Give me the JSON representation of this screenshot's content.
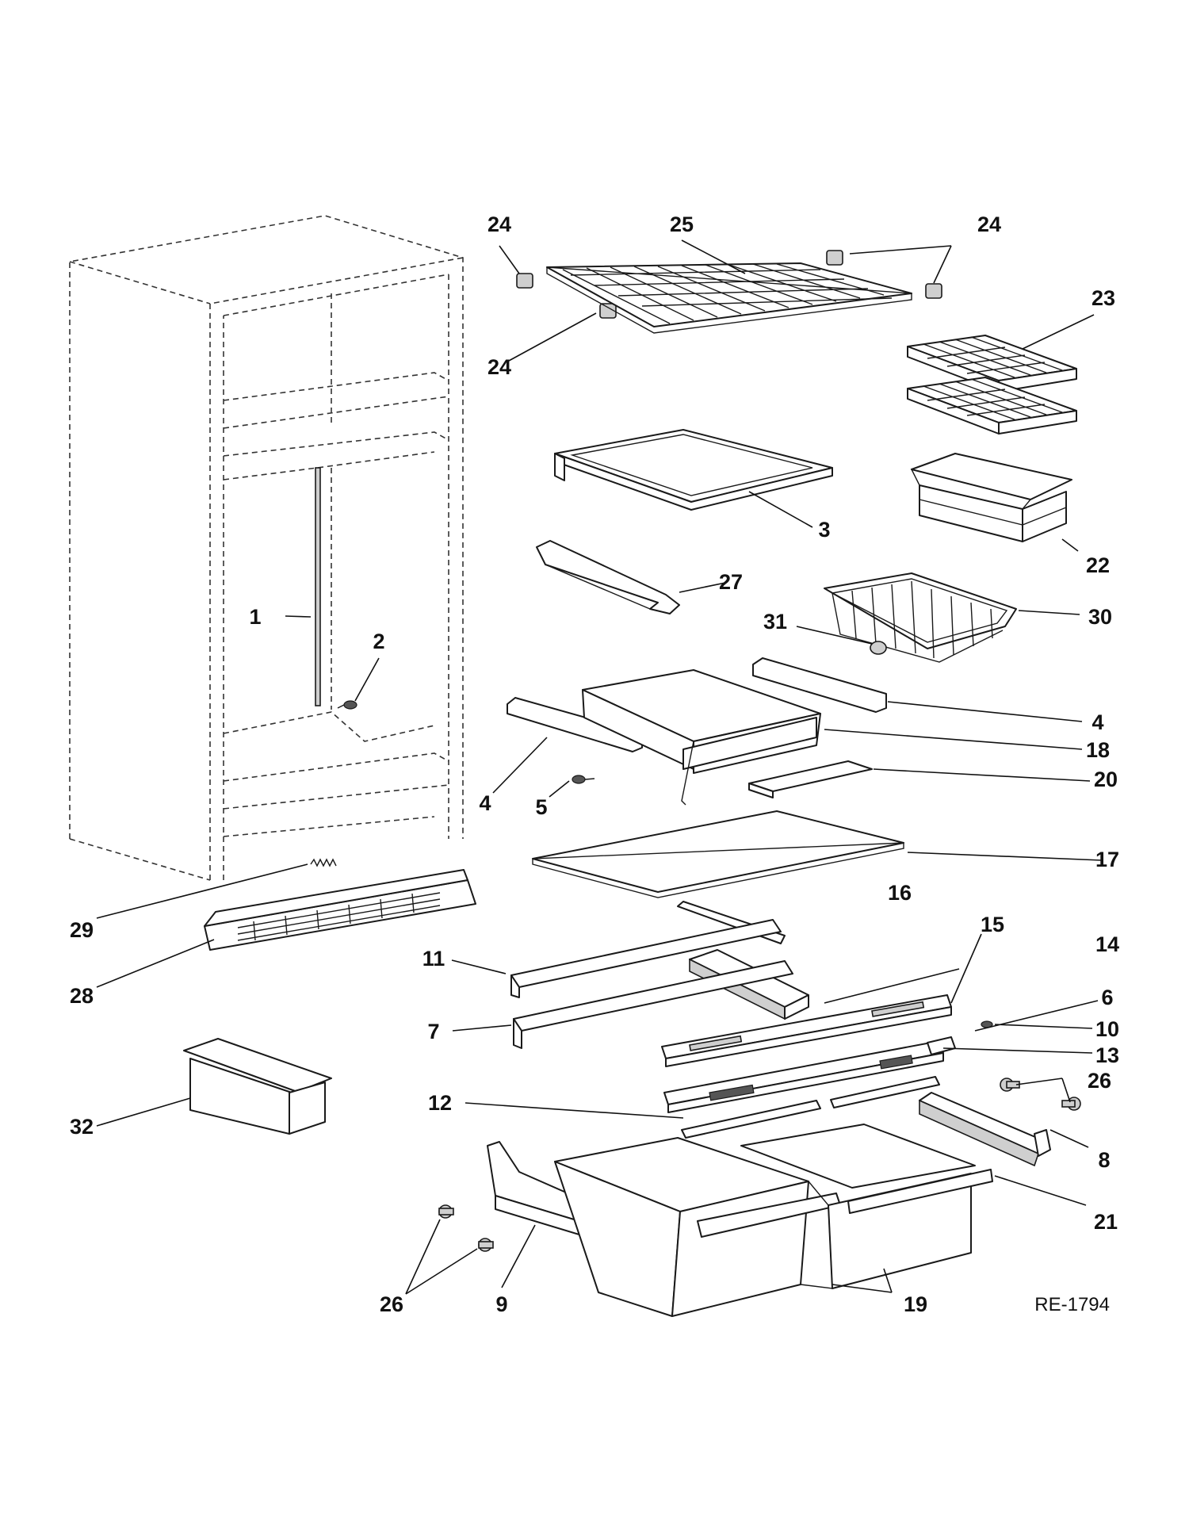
{
  "callouts": [
    {
      "id": "c1",
      "label": "1"
    },
    {
      "id": "c2",
      "label": "2"
    },
    {
      "id": "c3",
      "label": "3"
    },
    {
      "id": "c4a",
      "label": "4"
    },
    {
      "id": "c4b",
      "label": "4"
    },
    {
      "id": "c5",
      "label": "5"
    },
    {
      "id": "c6",
      "label": "6"
    },
    {
      "id": "c7",
      "label": "7"
    },
    {
      "id": "c8",
      "label": "8"
    },
    {
      "id": "c9",
      "label": "9"
    },
    {
      "id": "c10",
      "label": "10"
    },
    {
      "id": "c11",
      "label": "11"
    },
    {
      "id": "c12",
      "label": "12"
    },
    {
      "id": "c13",
      "label": "13"
    },
    {
      "id": "c14",
      "label": "14"
    },
    {
      "id": "c15",
      "label": "15"
    },
    {
      "id": "c16",
      "label": "16"
    },
    {
      "id": "c17",
      "label": "17"
    },
    {
      "id": "c18",
      "label": "18"
    },
    {
      "id": "c19",
      "label": "19"
    },
    {
      "id": "c20",
      "label": "20"
    },
    {
      "id": "c21",
      "label": "21"
    },
    {
      "id": "c22",
      "label": "22"
    },
    {
      "id": "c23",
      "label": "23"
    },
    {
      "id": "c24a",
      "label": "24"
    },
    {
      "id": "c24b",
      "label": "24"
    },
    {
      "id": "c24c",
      "label": "24"
    },
    {
      "id": "c25",
      "label": "25"
    },
    {
      "id": "c26a",
      "label": "26"
    },
    {
      "id": "c26b",
      "label": "26"
    },
    {
      "id": "c27",
      "label": "27"
    },
    {
      "id": "c28",
      "label": "28"
    },
    {
      "id": "c29",
      "label": "29"
    },
    {
      "id": "c30",
      "label": "30"
    },
    {
      "id": "c31",
      "label": "31"
    },
    {
      "id": "c32",
      "label": "32"
    }
  ],
  "reference_code": "RE-1794"
}
